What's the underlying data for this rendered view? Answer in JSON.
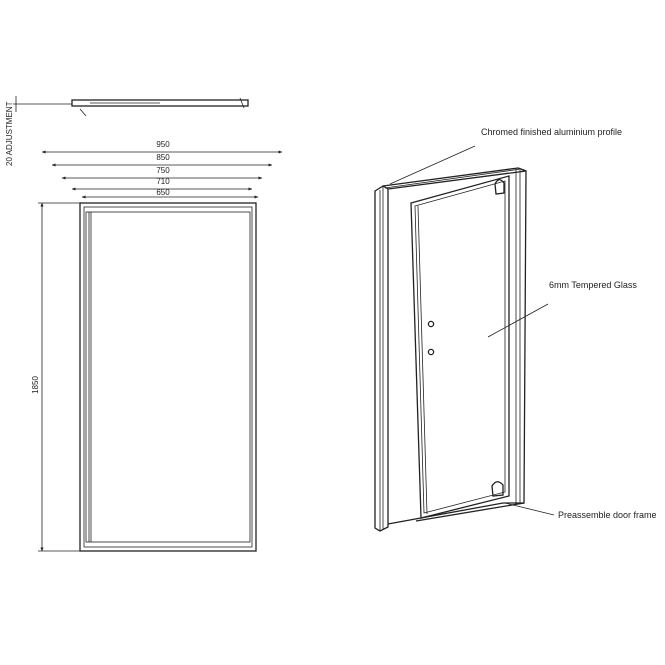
{
  "dimensions": {
    "adjustment": "20 ADJUSTMENT",
    "height": "1850",
    "widths": [
      "950",
      "850",
      "750",
      "710",
      "650"
    ]
  },
  "labels": {
    "profile": "Chromed finished aluminium profile",
    "glass": "6mm Tempered Glass",
    "frame": "Preassemble door frame"
  }
}
